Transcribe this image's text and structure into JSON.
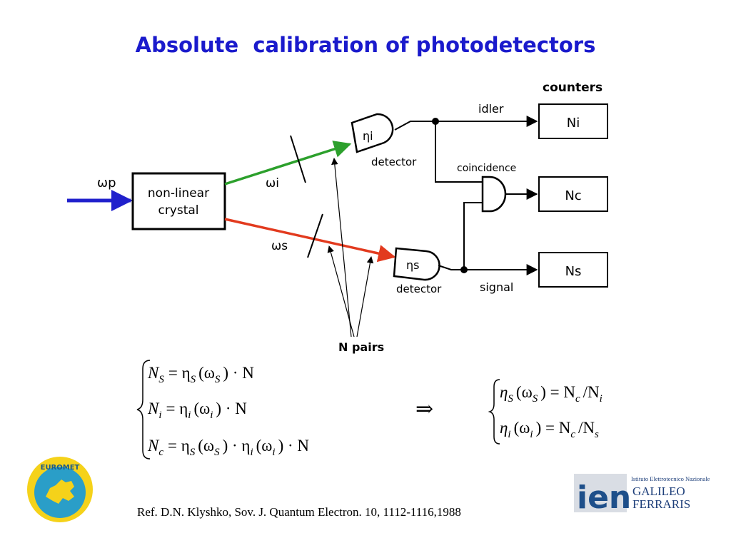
{
  "title": "Absolute  calibration of photodetectors",
  "diagram": {
    "counters_label": "counters",
    "pump_label": "ωp",
    "crystal_line1": "non-linear",
    "crystal_line2": "crystal",
    "idler_beam_label": "ωi",
    "signal_beam_label": "ωs",
    "idler_detector_label": "ηi",
    "signal_detector_label": "ηs",
    "idler_detector_caption": "detector",
    "signal_detector_caption": "detector",
    "idler_line_label": "idler",
    "signal_line_label": "signal",
    "coincidence_label": "coincidence",
    "counter_ni": "Ni",
    "counter_nc": "Nc",
    "counter_ns": "Ns",
    "n_pairs_label": "N pairs",
    "colors": {
      "idler_beam": "#2ca02c",
      "signal_beam": "#e23a1e",
      "pump_beam": "#2020cc"
    }
  },
  "equations_left": [
    {
      "lhs": "N",
      "lhs_sub": "S",
      "rhs": "= η",
      "rhs_sub": "S",
      "rest": "(ω",
      "rest_sub": "S",
      "tail": ") · N"
    },
    {
      "lhs": "N",
      "lhs_sub": "i",
      "rhs": "= η",
      "rhs_sub": "i",
      "rest": "(ω",
      "rest_sub": "i",
      "tail": ") · N"
    },
    {
      "lhs": "N",
      "lhs_sub": "c",
      "rhs": "= η",
      "rhs_sub": "S",
      "rest": "(ω",
      "rest_sub": "S",
      "tail": ") · η",
      "tail_sub": "i",
      "tail2": "(ω",
      "tail2_sub": "i",
      "tail3": ") · N"
    }
  ],
  "implies_symbol": "⇒",
  "equations_right": [
    {
      "a": "η",
      "a_sub": "S",
      "b": "(ω",
      "b_sub": "S",
      "c": ") = N",
      "c_sub": "c",
      "d": "/N",
      "d_sub": "i"
    },
    {
      "a": "η",
      "a_sub": "i",
      "b": "(ω",
      "b_sub": "i",
      "c": ") = N",
      "c_sub": "c",
      "d": "/N",
      "d_sub": "s"
    }
  ],
  "reference": "Ref. D.N. Klyshko, Sov. J. Quantum Electron. 10, 1112-1116,1988",
  "logos": {
    "euromet_text": "EUROMET",
    "ien_text_top": "Istituto Elettrotecnico Nazionale",
    "ien_text_1": "GALILEO",
    "ien_text_2": "FERRARIS",
    "ien_mark": "ien"
  }
}
